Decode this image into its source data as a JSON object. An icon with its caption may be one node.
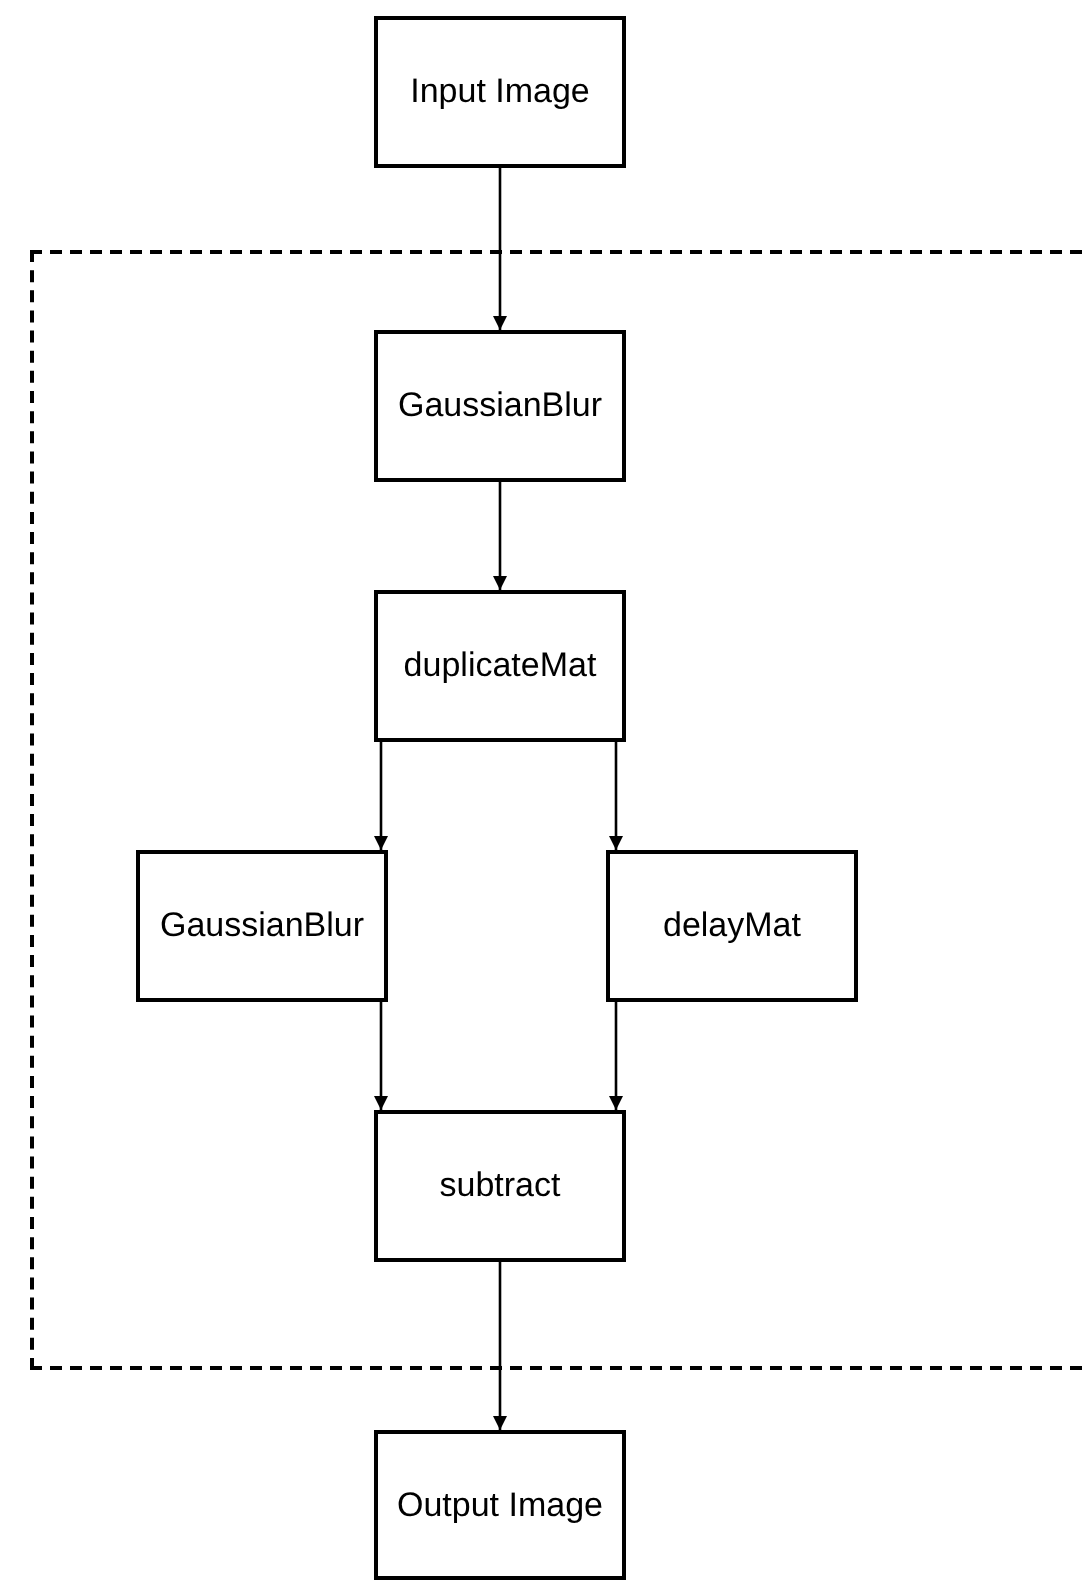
{
  "diagram": {
    "nodes": [
      {
        "text": [
          "Input Image"
        ]
      },
      {
        "text": [],
        "shape": "box"
      },
      {
        "text": [
          "GaussianBlur"
        ],
        "in": 1
      },
      {
        "text": [
          "duplicateMat"
        ],
        "in": 1
      },
      {
        "text": [
          "GaussianBlur"
        ],
        "in": 1
      },
      {
        "text": [
          "delayMat"
        ],
        "in": 1
      },
      {
        "text": [
          "subtract"
        ],
        "in": 1
      },
      {
        "text": [
          "Output Image"
        ]
      }
    ],
    "edges": [
      {
        "from": 0,
        "to": 2,
        "arrow": "to"
      },
      {
        "from": 2,
        "to": 3,
        "arrow": "to"
      },
      {
        "from": 3,
        "to": 4,
        "arrow": "to"
      },
      {
        "from": 3,
        "to": 5,
        "arrow": "to"
      },
      {
        "from": 4,
        "to": 6,
        "arrow": "to"
      },
      {
        "from": 5,
        "to": 6,
        "arrow": "to"
      },
      {
        "from": 6,
        "to": 7,
        "arrow": "to"
      }
    ]
  }
}
